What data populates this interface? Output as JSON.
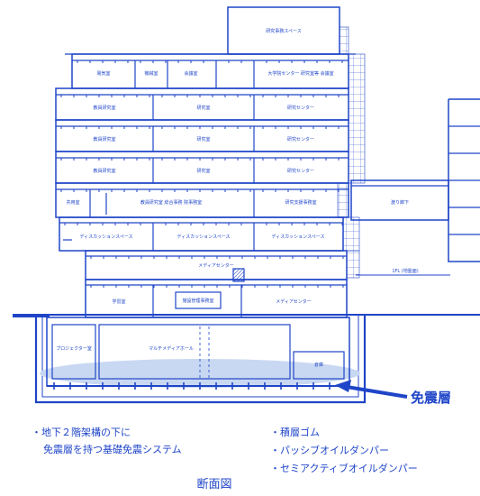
{
  "colors": {
    "line": "#1f45c8",
    "fill": "#ffffff",
    "isolation": "#c9d8f2",
    "ground": "#1f45c8"
  },
  "building": {
    "penthouse": "研究事務スペース",
    "floor9": {
      "left_a": "電気室",
      "left_b": "機械室",
      "mid": "会議室",
      "right": "大学院センター 研究室等 会議室"
    },
    "floor8": {
      "left": "教員研究室",
      "mid": "研究室",
      "right": "研究センター"
    },
    "floor7": {
      "left": "教員研究室",
      "mid": "研究室",
      "right": "研究センター"
    },
    "floor6": {
      "left": "教員研究室",
      "mid": "研究室",
      "right": "研究センター"
    },
    "floor5": {
      "left_small": "共用室",
      "mid": "教員研究室 総合事務 院事務室",
      "right": "研究支援事務室"
    },
    "floor4": {
      "left": "ディスカッションスペース",
      "mid": "ディスカッションスペース",
      "right": "ディスカッションスペース"
    },
    "floor3": {
      "center": "メディアセンター"
    },
    "floor2": {
      "left": "学習室",
      "mid": "施設管理事務室",
      "right": "メディアセンター"
    },
    "basement": {
      "left": "プロジェクター室",
      "mid": "マルチメディアホール",
      "right": "倉庫"
    },
    "bridge": "渡り廊下",
    "gl_label": "1FL (地盤面)"
  },
  "callout": {
    "isolation_layer": "免震層"
  },
  "notes": {
    "left_line1": "・地下２階架構の下に",
    "left_line2": "免震層を持つ基礎免震システム",
    "right_item1": "・積層ゴム",
    "right_item2": "・パッシブオイルダンパー",
    "right_item3": "・セミアクティブオイルダンパー"
  },
  "caption": "断面図"
}
